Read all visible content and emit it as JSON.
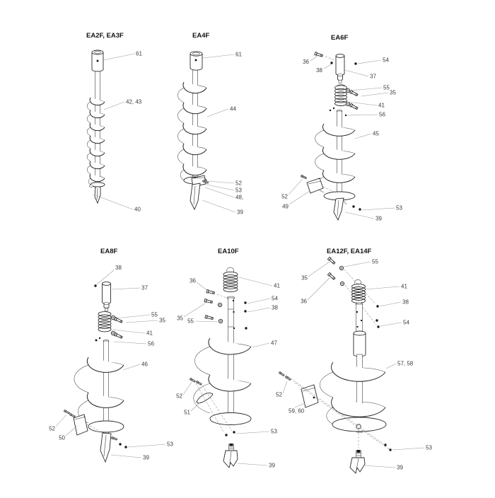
{
  "document": {
    "type": "exploded-parts-diagram",
    "background": "#ffffff",
    "colors": {
      "line": "#2b2b2b",
      "leader": "#9a9a9a",
      "label": "#3b3b3b",
      "title": "#141414"
    }
  },
  "figures": [
    {
      "title": "EA2F, EA3F",
      "callouts": [
        "61",
        "42, 43",
        "40"
      ]
    },
    {
      "title": "EA4F",
      "callouts": [
        "61",
        "44",
        "52",
        "53",
        "48,",
        "39"
      ]
    },
    {
      "title": "EA6F",
      "callouts": [
        "36",
        "54",
        "38",
        "37",
        "55",
        "35",
        "41",
        "56",
        "45",
        "52",
        "49",
        "53",
        "39"
      ]
    },
    {
      "title": "EA8F",
      "callouts": [
        "38",
        "37",
        "55",
        "35",
        "41",
        "56",
        "46",
        "52",
        "50",
        "53",
        "39"
      ]
    },
    {
      "title": "EA10F",
      "callouts": [
        "36",
        "41",
        "54",
        "38",
        "35",
        "55",
        "47",
        "52",
        "51",
        "53",
        "39"
      ]
    },
    {
      "title": "EA12F, EA14F",
      "callouts": [
        "55",
        "35",
        "41",
        "36",
        "38",
        "54",
        "57, 58",
        "52",
        "59, 60",
        "53",
        "39"
      ]
    }
  ]
}
